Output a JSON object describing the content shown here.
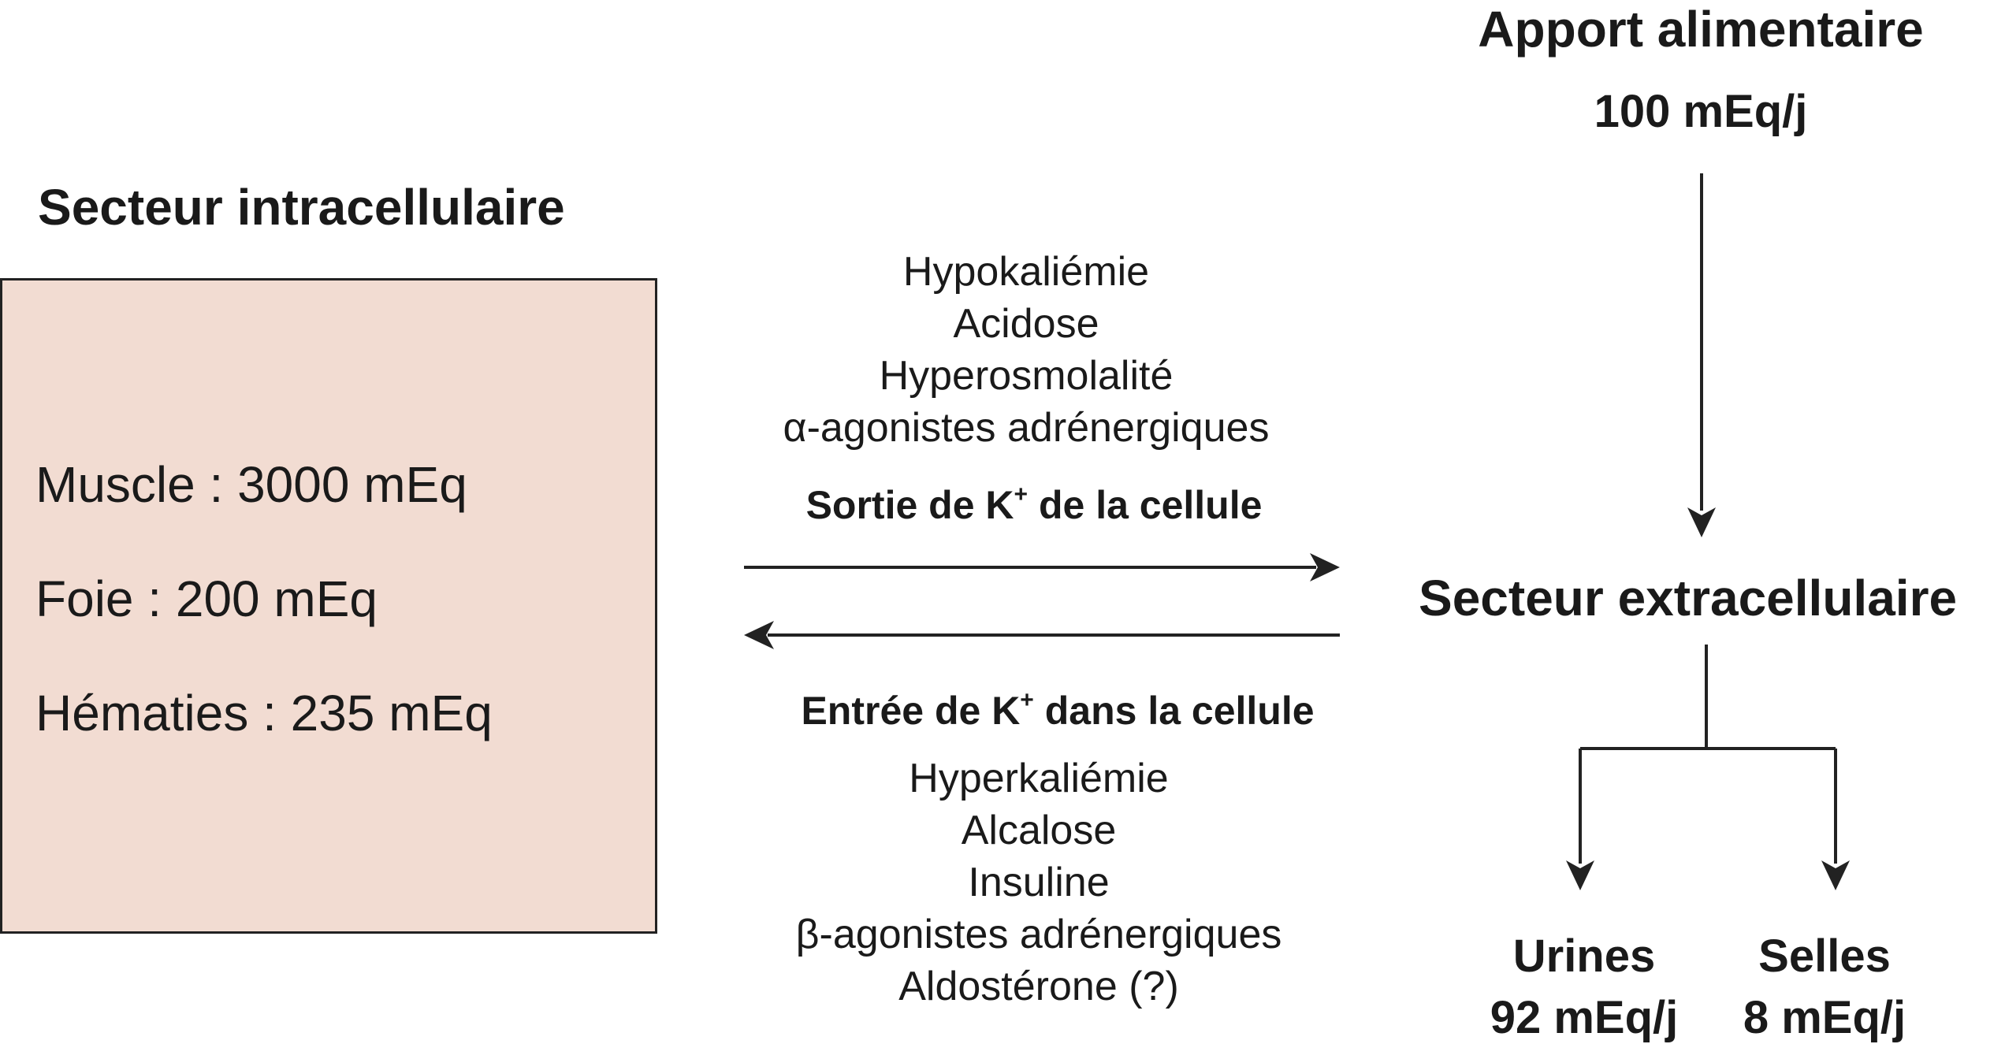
{
  "intracellular": {
    "title": "Secteur intracellulaire",
    "items": [
      "Muscle : 3000 mEq",
      "Foie : 200 mEq",
      "Hématies : 235 mEq"
    ]
  },
  "exit": {
    "factors": [
      "Hypokaliémie",
      "Acidose",
      "Hyperosmolalité",
      "α-agonistes adrénergiques"
    ],
    "title_prefix": "Sortie de K",
    "title_sup": "+",
    "title_suffix": " de la cellule"
  },
  "entry": {
    "title_prefix": "Entrée de K",
    "title_sup": "+",
    "title_suffix": " dans la cellule",
    "factors": [
      "Hyperkaliémie",
      "Alcalose",
      "Insuline",
      "β-agonistes adrénergiques",
      "Aldostérone (?)"
    ]
  },
  "intake": {
    "title": "Apport alimentaire",
    "value": "100 mEq/j"
  },
  "extracellular": {
    "title": "Secteur extracellulaire"
  },
  "outputs": {
    "urines_label": "Urines",
    "urines_value": "92 mEq/j",
    "selles_label": "Selles",
    "selles_value": "8 mEq/j"
  },
  "colors": {
    "box_fill": "#f2dcd2",
    "stroke": "#222222"
  }
}
